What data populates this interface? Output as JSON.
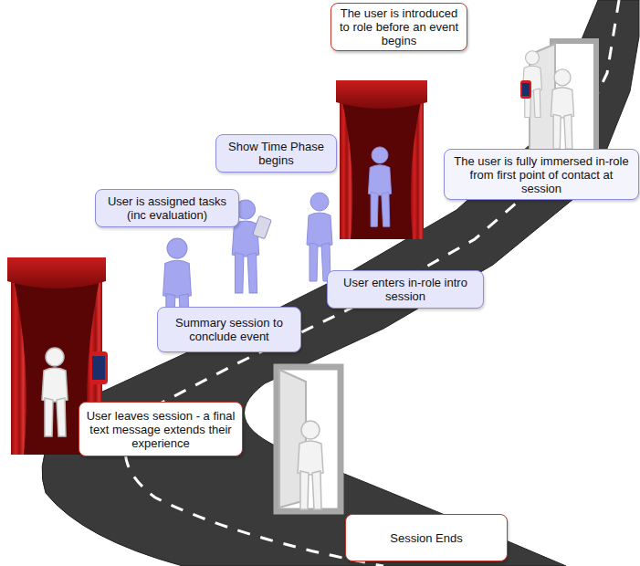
{
  "diagram": {
    "nodes": [
      {
        "text": [
          "The user is introduced to role before an event begins"
        ]
      },
      {
        "text": [
          "Show Time Phase begins"
        ]
      },
      {
        "text": [
          "The user is fully immersed in-role from first point of contact at session"
        ]
      },
      {
        "text": [
          "User is assigned tasks (inc evaluation)"
        ]
      },
      {
        "text": [
          "User enters in-role intro session"
        ]
      },
      {
        "text": [
          "Summary session to conclude event"
        ]
      },
      {
        "text": [
          "User leaves session - a final text message extends their experience"
        ]
      },
      {
        "text": [
          "Session Ends"
        ]
      }
    ]
  }
}
